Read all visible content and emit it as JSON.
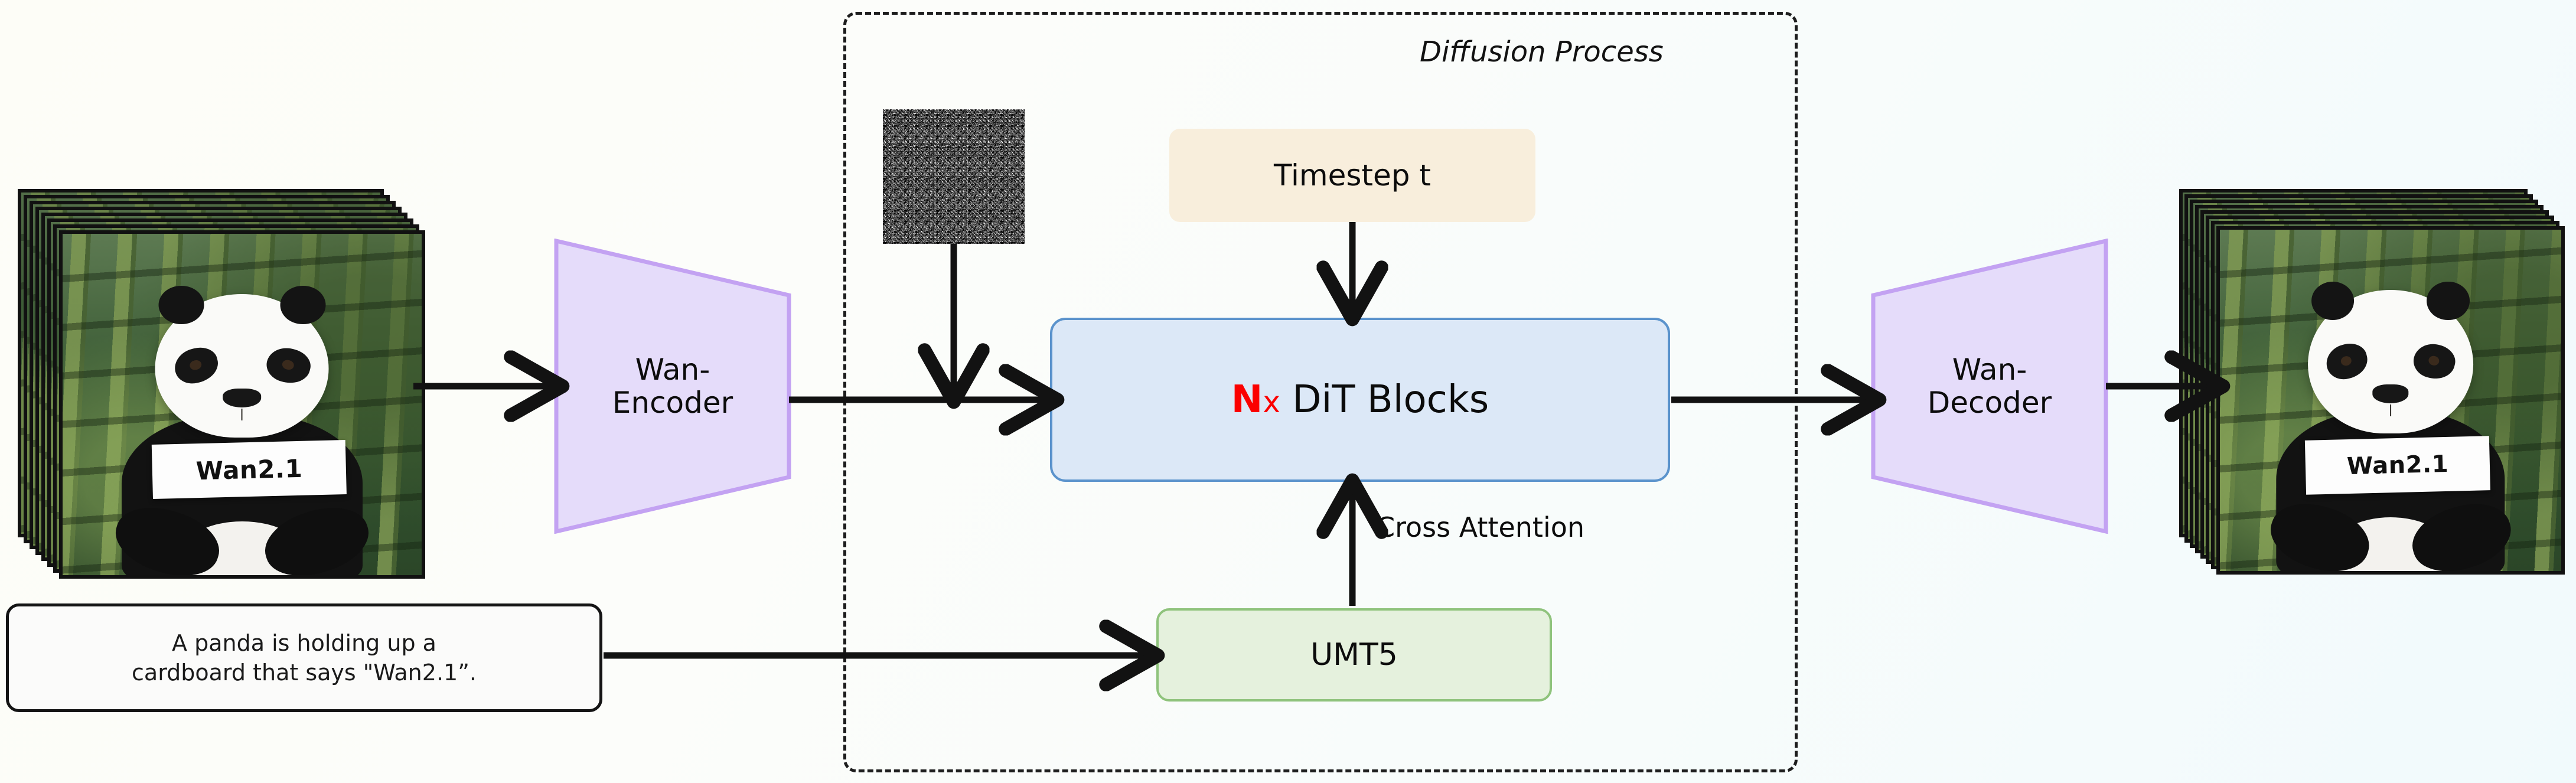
{
  "figure": {
    "title": "Wan2.1 video diffusion pipeline diagram",
    "background_gradient_from": "#fdfdf7",
    "background_gradient_to": "#f1fafc"
  },
  "diffusion": {
    "title": "Diffusion Process",
    "border_style": "dash-dot"
  },
  "encoder": {
    "line1": "Wan-",
    "line2": "Encoder",
    "fill": "#e5dcfa",
    "stroke": "#c3a2f2"
  },
  "decoder": {
    "line1": "Wan-",
    "line2": "Decoder",
    "fill": "#e5dcfa",
    "stroke": "#c3a2f2"
  },
  "dit": {
    "n": "N",
    "times": "x",
    "label": "DiT Blocks",
    "fill": "#dce8f7",
    "stroke": "#5b93cc",
    "n_color": "#fb0000"
  },
  "timestep": {
    "label": "Timestep t",
    "fill": "#f8eedc"
  },
  "text_encoder": {
    "label": "UMT5",
    "fill": "#e5f1dd",
    "stroke": "#8fc37c"
  },
  "cross_attention": {
    "label": "Cross Attention"
  },
  "prompt": {
    "line1": "A panda is holding up a",
    "line2": "cardboard that says \"Wan2.1”."
  },
  "noise": {
    "label": "gaussian-noise-patch"
  },
  "input_frames": {
    "sign_text": "Wan2.1",
    "frame_count": 8
  },
  "output_frames": {
    "sign_text": "Wan2.1",
    "frame_count": 8
  }
}
